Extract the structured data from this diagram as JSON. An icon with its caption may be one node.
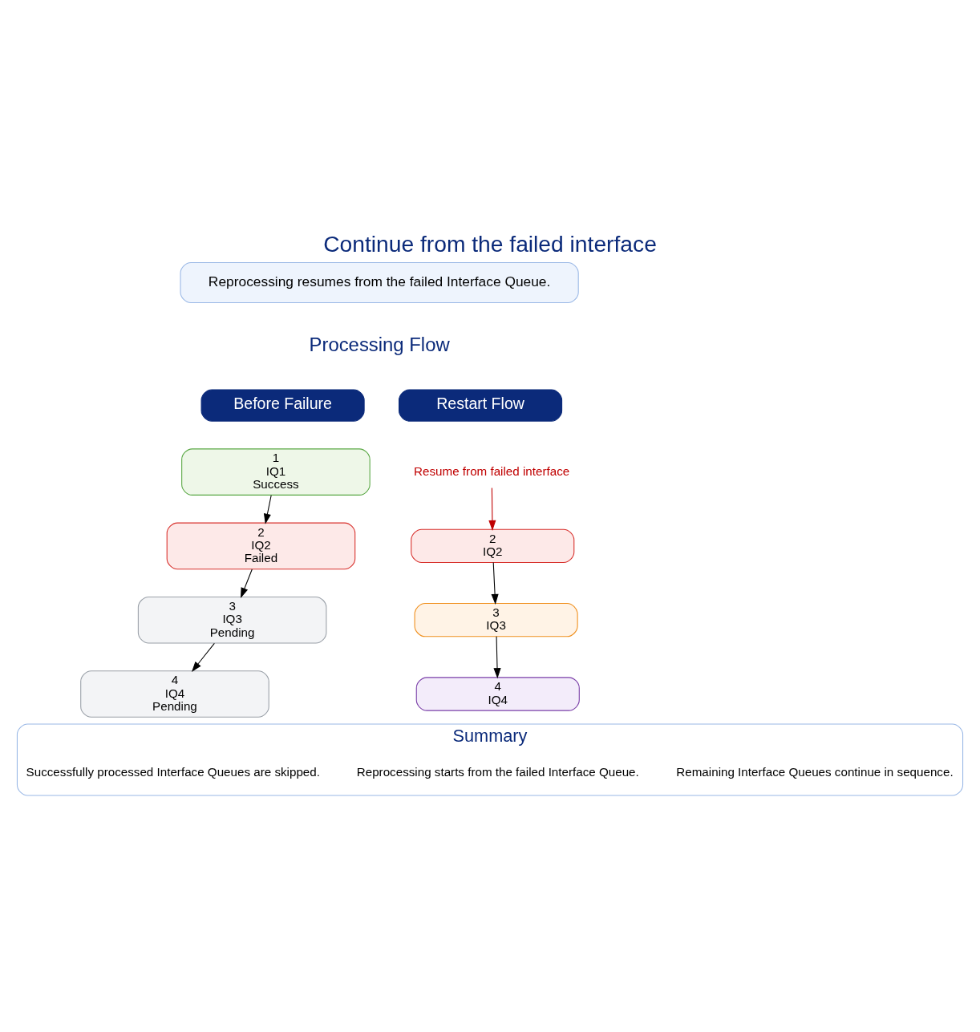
{
  "diagram": {
    "title": "Continue from the failed interface",
    "nodes": [
      {
        "text": [
          "Reprocessing resumes from the failed Interface Queue."
        ]
      },
      {
        "text": [
          "Before Failure"
        ]
      },
      {
        "text": [
          "Restart Flow"
        ]
      },
      {
        "text": [
          "1",
          "IQ1",
          "Success"
        ]
      },
      {
        "text": [
          "2",
          "IQ2",
          "Failed"
        ]
      },
      {
        "text": [
          "3",
          "IQ3",
          "Pending"
        ]
      },
      {
        "text": [
          "4",
          "IQ4",
          "Pending"
        ]
      },
      {
        "text": [
          "Resume from failed interface"
        ]
      },
      {
        "text": [
          "2",
          "IQ2"
        ]
      },
      {
        "text": [
          "3",
          "IQ3"
        ]
      },
      {
        "text": [
          "4",
          "IQ4"
        ]
      },
      {
        "text": [
          "Summary"
        ]
      },
      {
        "text": [
          "Successfully processed Interface Queues are skipped."
        ],
        "in": 11
      },
      {
        "text": [
          "Reprocessing starts from the failed Interface Queue."
        ],
        "in": 11
      },
      {
        "text": [
          "Remaining Interface Queues continue in sequence."
        ],
        "in": 11
      }
    ],
    "edges": [
      {
        "from": 3,
        "to": 4,
        "arrow": "to"
      },
      {
        "from": 4,
        "to": 5,
        "arrow": "to"
      },
      {
        "from": 5,
        "to": 6,
        "arrow": "to"
      },
      {
        "from": 7,
        "to": 8,
        "arrow": "to",
        "color": "#c00000"
      },
      {
        "from": 8,
        "to": 9,
        "arrow": "to"
      },
      {
        "from": 9,
        "to": 10,
        "arrow": "to"
      }
    ],
    "labels": [
      "Processing Flow"
    ]
  }
}
